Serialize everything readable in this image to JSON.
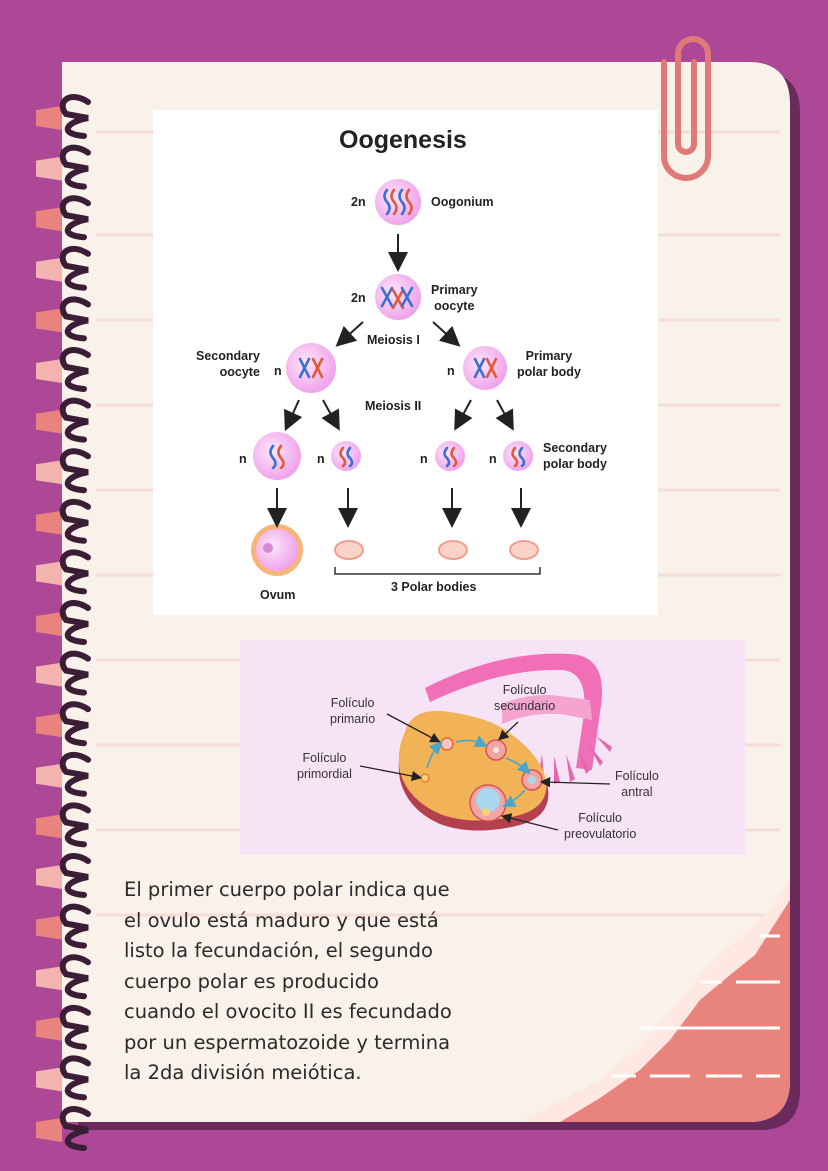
{
  "colors": {
    "background": "#ad4896",
    "paper": "#f8f2ea",
    "paper_shadow": "#6a2a5c",
    "accent_pink": "#e8837e",
    "cell_pink": "#f2b4f0",
    "ovary_orange": "#f2b357"
  },
  "icons": [
    "sparkle-icon",
    "paperclip-icon",
    "arrow-icon"
  ],
  "oogenesis": {
    "title": "Oogenesis",
    "oogonium_ploidy": "2n",
    "oogonium_label": "Oogonium",
    "primary_oocyte_ploidy": "2n",
    "primary_oocyte_label_line1": "Primary",
    "primary_oocyte_label_line2": "oocyte",
    "meiosis1_label": "Meiosis I",
    "secondary_oocyte_label_line1": "Secondary",
    "secondary_oocyte_label_line2": "oocyte",
    "secondary_oocyte_ploidy": "n",
    "primary_polar_ploidy": "n",
    "primary_polar_label_line1": "Primary",
    "primary_polar_label_line2": "polar body",
    "meiosis2_label": "Meiosis II",
    "gen3_ploidy": [
      "n",
      "n",
      "n",
      "n"
    ],
    "secondary_polar_label_line1": "Secondary",
    "secondary_polar_label_line2": "polar body",
    "ovum_label": "Ovum",
    "polar_bodies_label": "3 Polar bodies"
  },
  "ovary": {
    "primario_line1": "Folículo",
    "primario_line2": "primario",
    "secundario_line1": "Folículo",
    "secundario_line2": "secundario",
    "primordial_line1": "Folículo",
    "primordial_line2": "primordial",
    "antral_line1": "Folículo",
    "antral_line2": "antral",
    "preovulatorio_line1": "Folículo",
    "preovulatorio_line2": "preovulatorio"
  },
  "body_text": {
    "lines": [
      "El primer cuerpo polar indica que",
      "el ovulo está maduro y que está",
      "listo la fecundación, el segundo",
      "cuerpo polar es producido",
      "cuando el ovocito II es fecundado",
      "por un espermatozoide y termina",
      "la 2da división meiótica."
    ]
  }
}
